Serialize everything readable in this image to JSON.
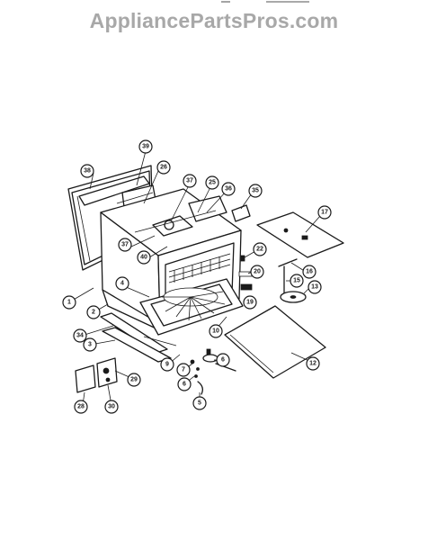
{
  "watermark": "AppliancePartsPros.com",
  "callouts": {
    "c1": "1",
    "c2": "2",
    "c3": "3",
    "c4": "4",
    "c5": "5",
    "c6a": "6",
    "c6b": "6",
    "c7": "7",
    "c9": "9",
    "c10": "10",
    "c12": "12",
    "c13": "13",
    "c15": "15",
    "c16": "16",
    "c17": "17",
    "c19": "19",
    "c20": "20",
    "c22": "22",
    "c25": "25",
    "c26": "26",
    "c28": "28",
    "c29": "29",
    "c30": "30",
    "c34": "34",
    "c35": "35",
    "c36": "36",
    "c37a": "37",
    "c37b": "37",
    "c38": "38",
    "c39": "39",
    "c40": "40"
  }
}
